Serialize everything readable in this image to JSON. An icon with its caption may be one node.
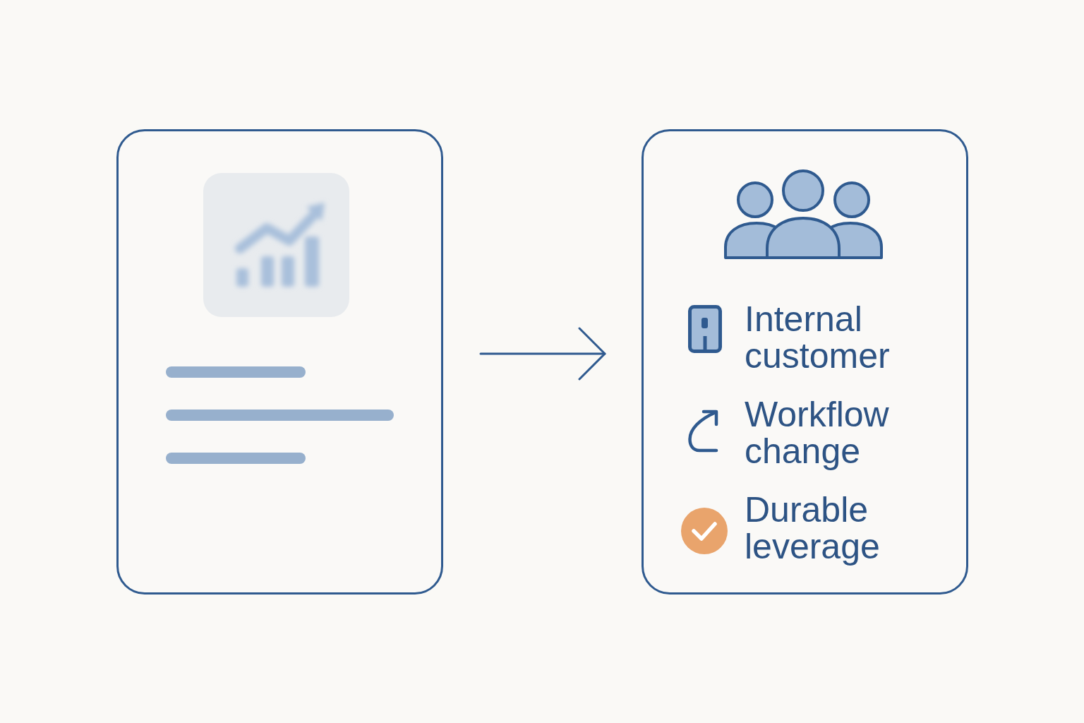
{
  "diagram": {
    "nodes": [
      {
        "text": [],
        "shape": "box"
      },
      {
        "text": [
          "Internal customer",
          "Workflow change",
          "Durable leverage"
        ]
      }
    ],
    "edges": [
      {
        "from": 0,
        "to": 1,
        "arrow": "to"
      }
    ]
  }
}
